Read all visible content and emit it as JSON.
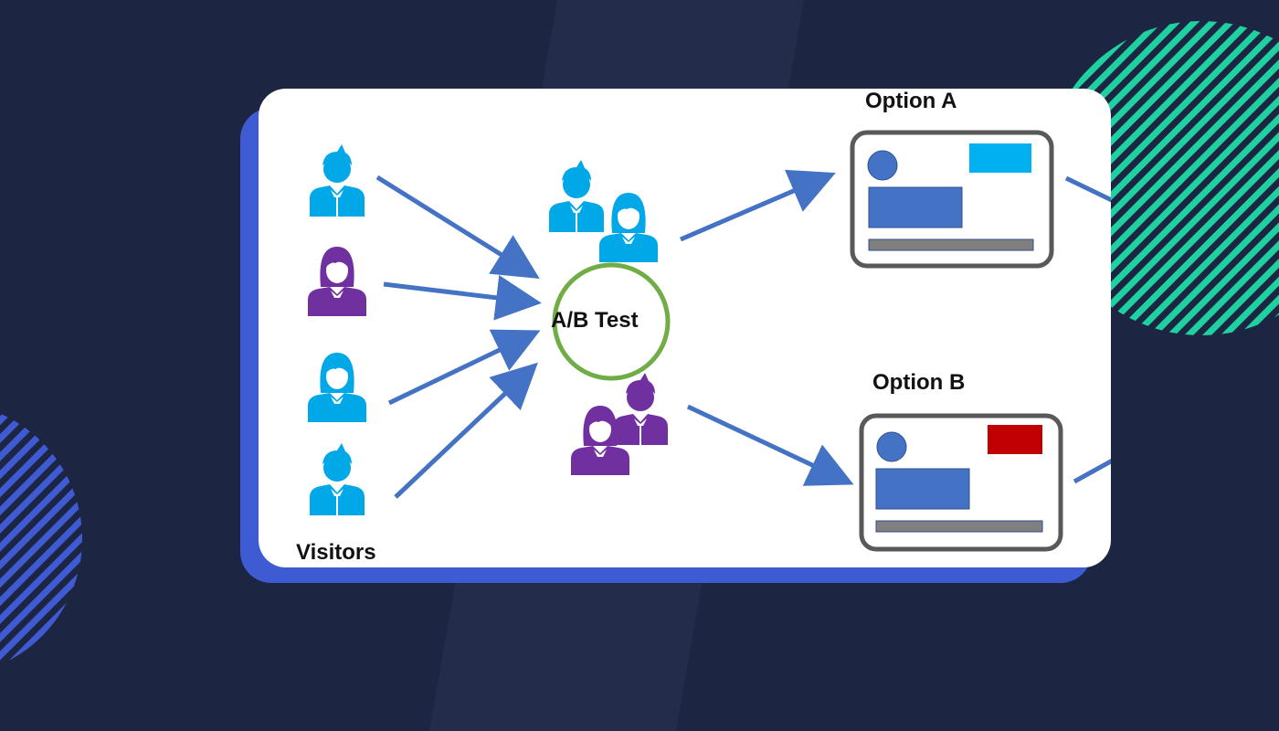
{
  "labels": {
    "visitors": "Visitors",
    "ab_test": "A/B Test",
    "option_a": "Option A",
    "option_b": "Option B"
  },
  "colors": {
    "background": "#1c2541",
    "card_shadow": "#3f5bd4",
    "arrow": "#4472c4",
    "person_blue": "#00a8e8",
    "person_purple": "#7030a0",
    "ab_circle": "#70ad47",
    "option_a_accent": "#00b0f0",
    "option_b_accent": "#c00000",
    "stripe_green": "#1fd1a0",
    "stripe_blue": "#3f5bd4"
  },
  "icons": {
    "person_male": "person-male-icon",
    "person_female": "person-female-icon",
    "page_mockup": "webpage-mockup-icon"
  }
}
